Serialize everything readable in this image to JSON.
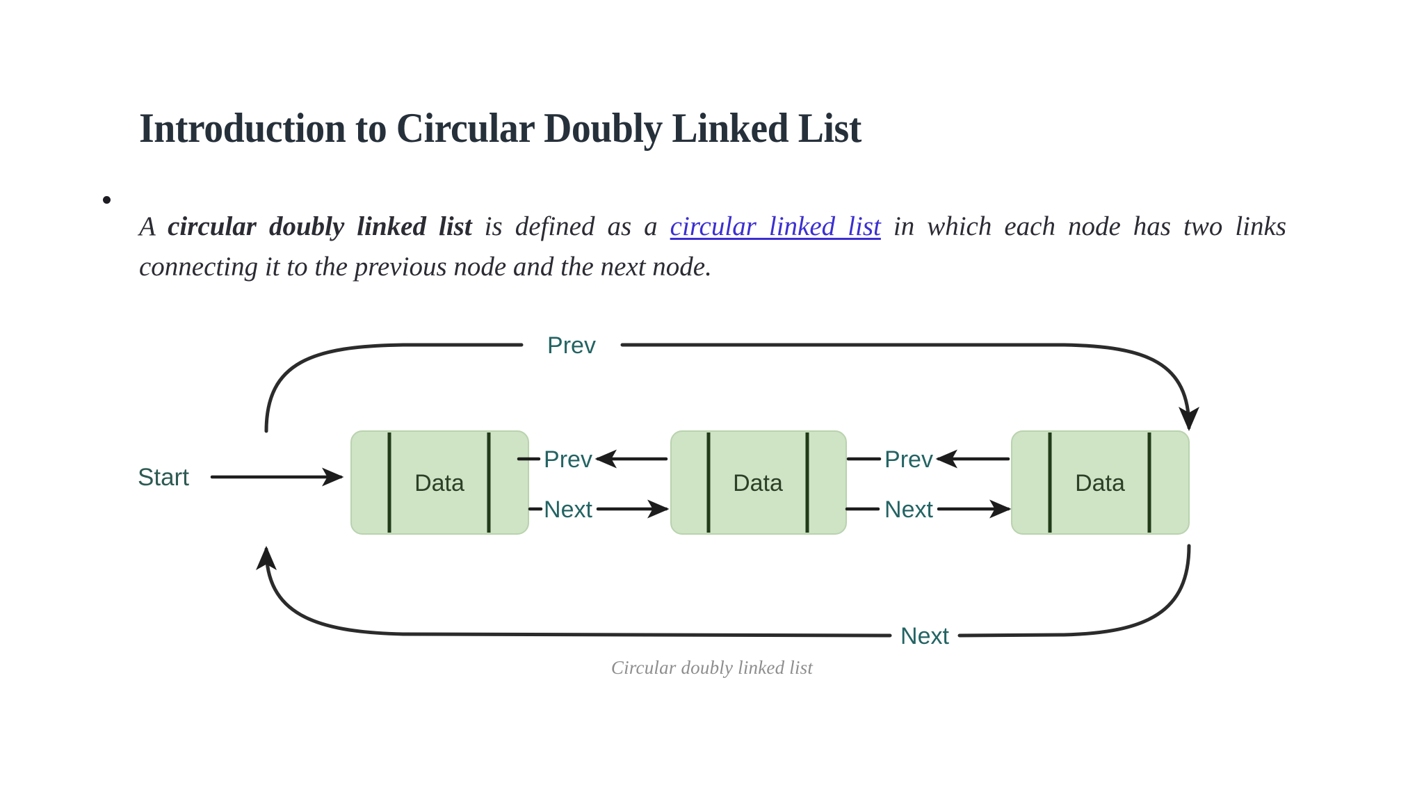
{
  "page": {
    "background_color": "#ffffff",
    "title": "Introduction to Circular Doubly Linked List",
    "title_color": "#26303a"
  },
  "body": {
    "bullet_glyph": "•",
    "paragraph": {
      "part1": "A ",
      "strong": "circular doubly linked list",
      "part2": " is defined as a ",
      "link": "circular linked list",
      "link_color": "#3b2fd0",
      "part3": " in which each node has two links connecting it to the previous node and the next node."
    }
  },
  "diagram": {
    "caption": "Circular doubly linked list",
    "start_label": "Start",
    "node_label": "Data",
    "node_fill": "#cfe3c5",
    "node_divider_color": "#213b19",
    "edge_color": "#2b2b2b",
    "edge_label_color": "#236363",
    "nodes": [
      {
        "id": "node-1",
        "label": "Data"
      },
      {
        "id": "node-2",
        "label": "Data"
      },
      {
        "id": "node-3",
        "label": "Data"
      }
    ],
    "edge_labels": {
      "outer_top": "Prev",
      "outer_bottom": "Next",
      "inner_prev_1": "Prev",
      "inner_next_1": "Next",
      "inner_prev_2": "Prev",
      "inner_next_2": "Next"
    }
  }
}
